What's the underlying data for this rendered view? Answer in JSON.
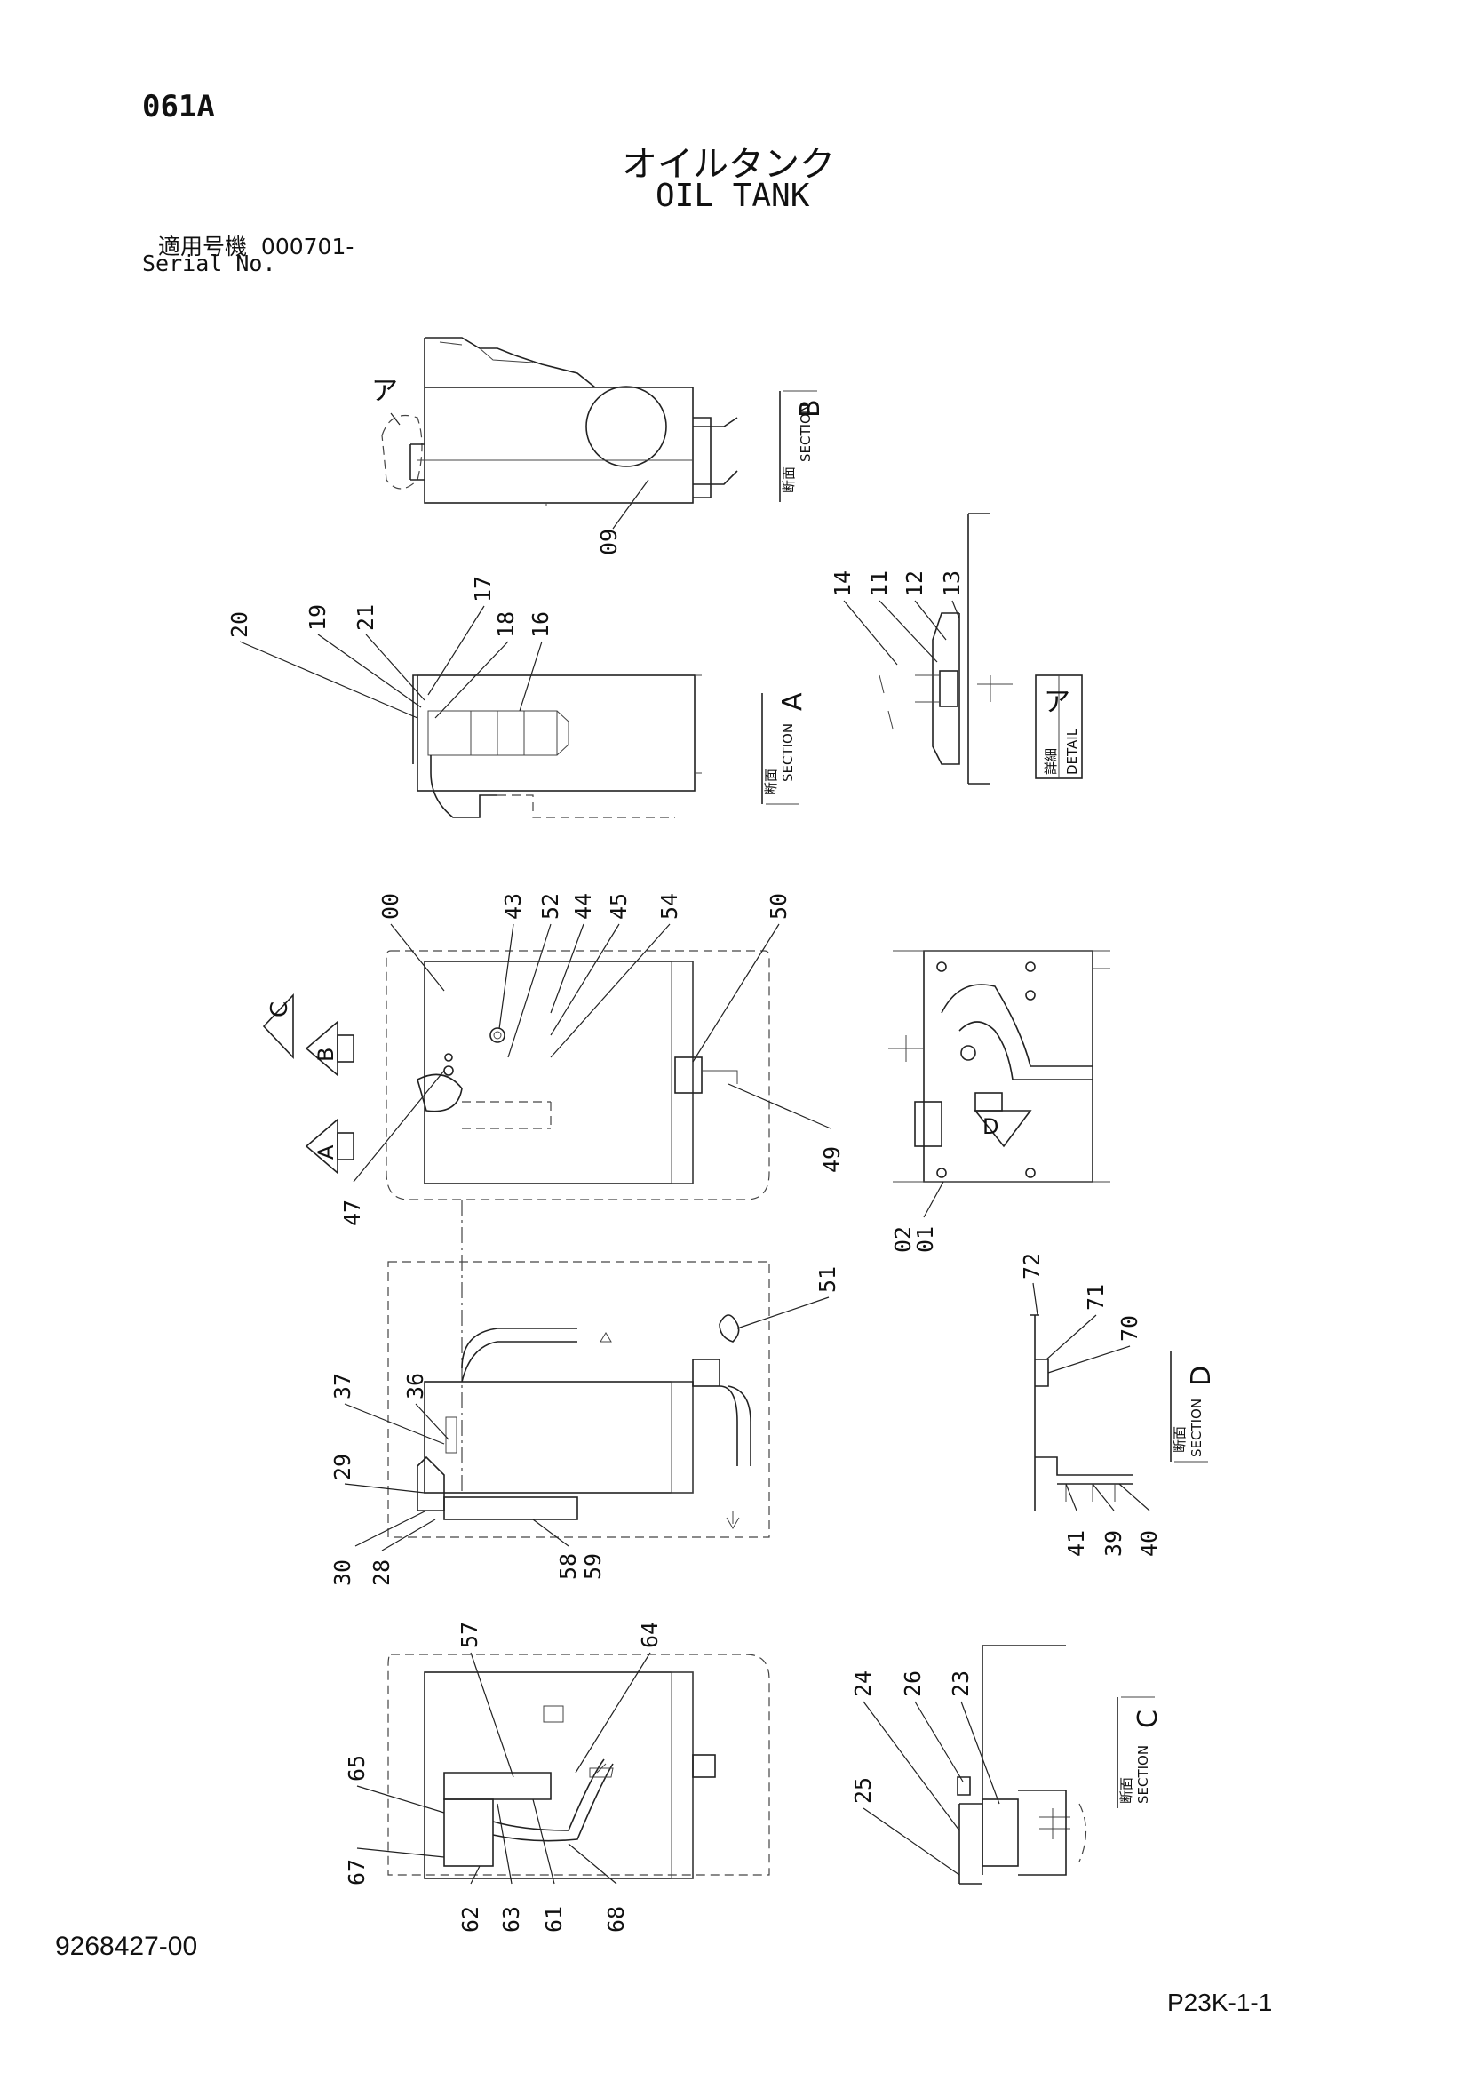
{
  "header": {
    "page_code": "061A",
    "title_jp": "オイルタンク",
    "title_en": "OIL TANK",
    "serial_label_jp": "適用号機",
    "serial_value": "000701-",
    "serial_label_en": "Serial No."
  },
  "footer": {
    "doc_number": "9268427-00",
    "page_ref": "P23K-1-1"
  },
  "sections": {
    "section_word": "SECTION",
    "section_kanji": "断面",
    "detail_word": "DETAIL",
    "detail_kanji": "詳細",
    "b": "B",
    "a": "A",
    "d": "D",
    "c": "C",
    "detail_mark": "ア"
  },
  "view_arrows": {
    "c": "C",
    "b": "B",
    "a": "A",
    "d": "D"
  },
  "part_numbers": {
    "p09": "09",
    "p20": "20",
    "p19": "19",
    "p21": "21",
    "p17": "17",
    "p18": "18",
    "p16": "16",
    "p14": "14",
    "p11": "11",
    "p12": "12",
    "p13": "13",
    "p00": "00",
    "p43": "43",
    "p52": "52",
    "p44": "44",
    "p45": "45",
    "p54": "54",
    "p50": "50",
    "p47": "47",
    "p49": "49",
    "p02": "02",
    "p01": "01",
    "p37": "37",
    "p36": "36",
    "p29": "29",
    "p30": "30",
    "p28": "28",
    "p58": "58",
    "p59": "59",
    "p51": "51",
    "p72": "72",
    "p71": "71",
    "p70": "70",
    "p41": "41",
    "p39": "39",
    "p40": "40",
    "p57": "57",
    "p64": "64",
    "p65": "65",
    "p67": "67",
    "p62": "62",
    "p63": "63",
    "p61": "61",
    "p68": "68",
    "p24": "24",
    "p26": "26",
    "p23": "23",
    "p25": "25"
  }
}
